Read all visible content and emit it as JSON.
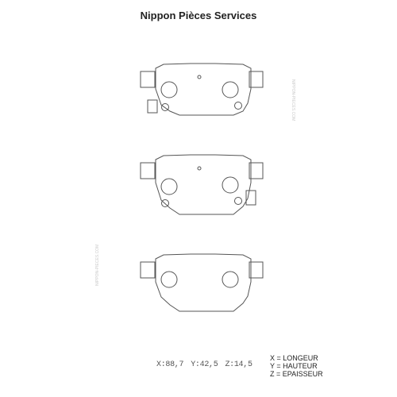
{
  "header": {
    "title": "Nippon Pièces Services"
  },
  "dimensions": {
    "x": "X:88,7",
    "y": "Y:42,5",
    "z": "Z:14,5"
  },
  "legend": {
    "x": "X = LONGEUR",
    "y": "Y = HAUTEUR",
    "z": "Z = EPAISSEUR"
  },
  "watermark": {
    "text": "NIPPON-PIECES.COM"
  },
  "colors": {
    "line": "#555555",
    "text": "#222222"
  }
}
